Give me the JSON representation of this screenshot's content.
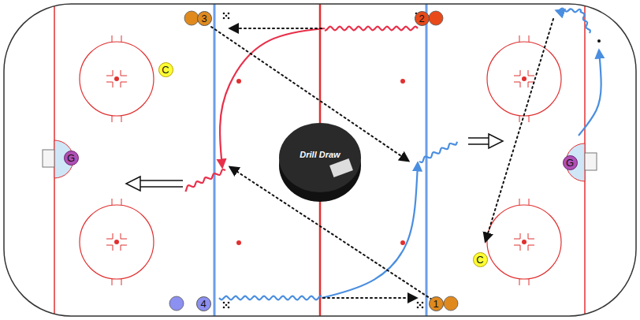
{
  "diagram": {
    "nodes": [
      {
        "text": [
          "3"
        ]
      },
      {
        "text": [
          "2"
        ]
      },
      {
        "text": [
          "C"
        ]
      },
      {
        "text": [
          "G"
        ]
      },
      {
        "text": [
          "G"
        ]
      },
      {
        "text": [
          "C"
        ]
      },
      {
        "text": [
          "4"
        ]
      },
      {
        "text": [
          "1"
        ]
      }
    ],
    "labels": [
      "Drill Draw"
    ]
  }
}
